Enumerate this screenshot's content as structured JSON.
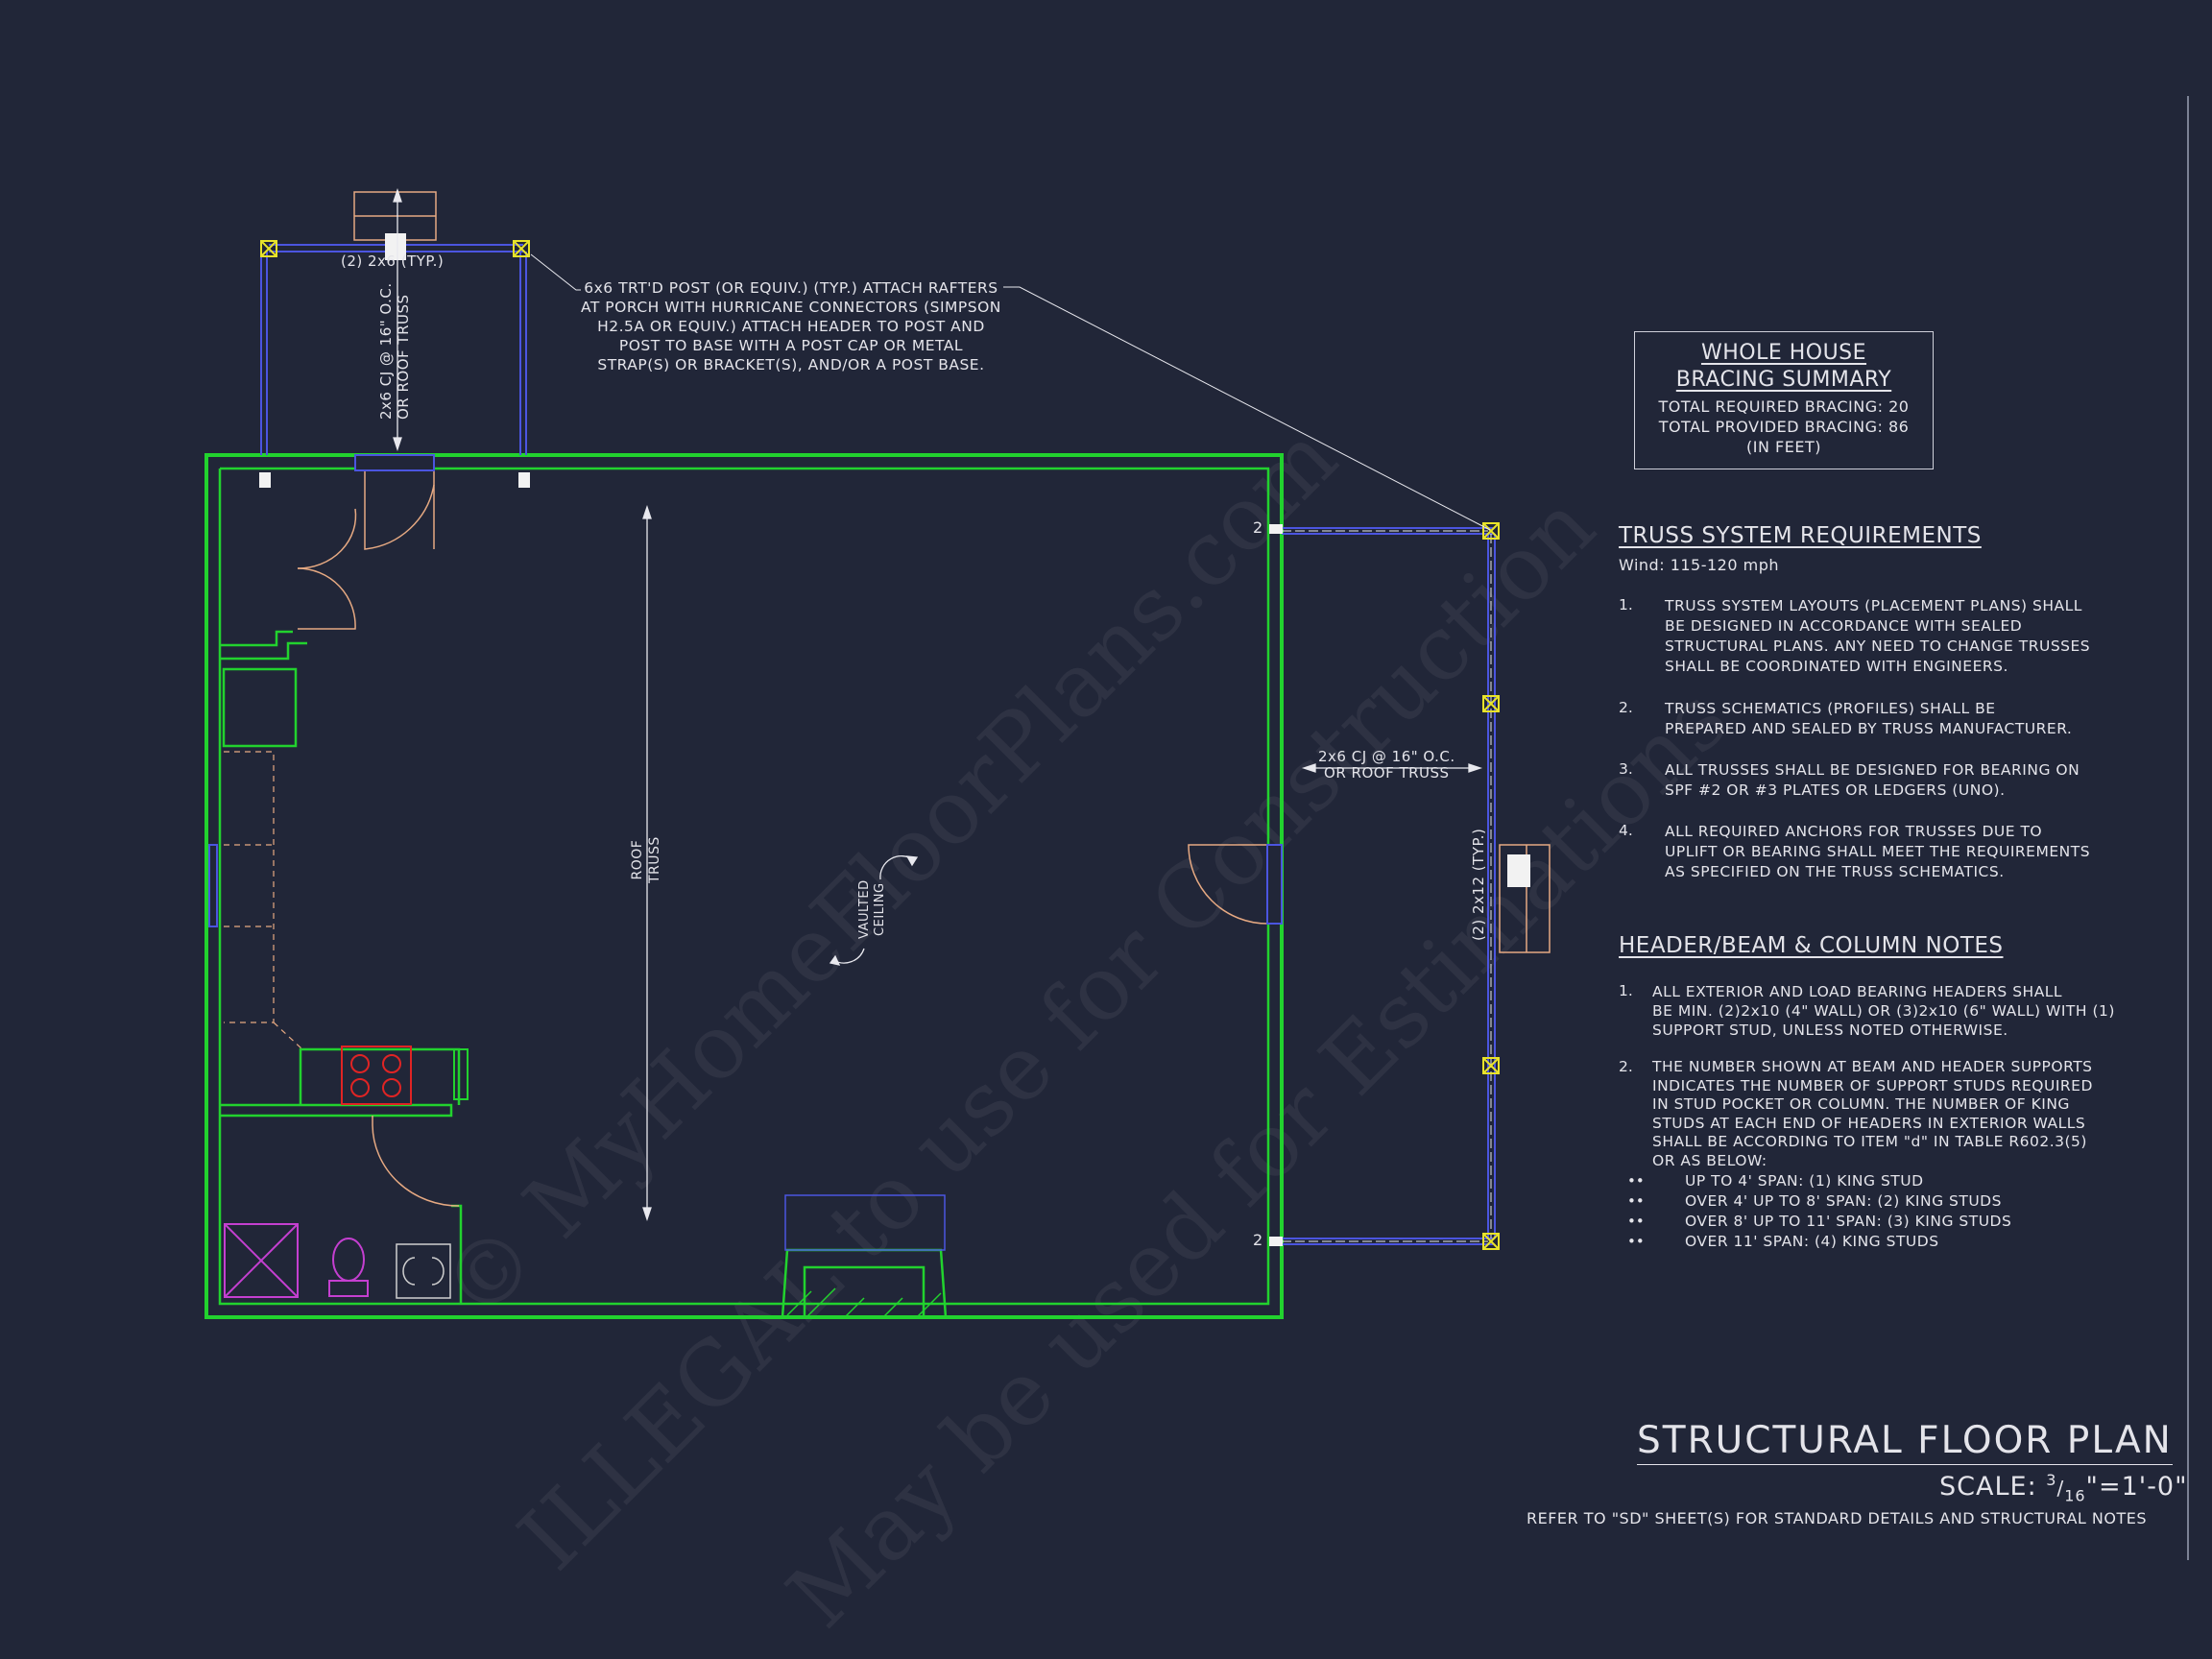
{
  "colors": {
    "background": "#212638",
    "wall": "#22d22e",
    "porch_beam": "#4b55e0",
    "door_swing": "#e6a982",
    "post": "#e8e32a",
    "range": "#e02424",
    "fixture_magenta": "#c43fd0",
    "text": "#e4e4ea"
  },
  "watermark": {
    "line1": "© MyHomeFloorPlans.com",
    "line2": "ILLEGAL to use for Construction",
    "line3": "May be used for Estimations"
  },
  "callouts": {
    "porch_header": "(2) 2x6 (TYP.)",
    "porch_joists_1": "2x6 CJ @ 16\" O.C.",
    "porch_joists_2": "OR ROOF TRUSS",
    "post_note": [
      "6x6 TRT'D POST (OR EQUIV.) (TYP.) ATTACH RAFTERS",
      "AT PORCH WITH HURRICANE CONNECTORS (SIMPSON",
      "H2.5A OR EQUIV.) ATTACH HEADER TO POST AND",
      "POST TO BASE WITH A POST CAP OR METAL",
      "STRAP(S) OR BRACKET(S), AND/OR A POST BASE."
    ],
    "roof_truss_1": "ROOF",
    "roof_truss_2": "TRUSS",
    "vaulted_1": "VAULTED",
    "vaulted_2": "CEILING",
    "right_joists_1": "2x6 CJ @ 16\" O.C.",
    "right_joists_2": "OR ROOF TRUSS",
    "right_header": "(2) 2x12 (TYP.)",
    "stud_count_top": "2",
    "stud_count_bottom": "2"
  },
  "bracing": {
    "title_1": "WHOLE HOUSE",
    "title_2": "BRACING SUMMARY",
    "required": "TOTAL REQUIRED BRACING: 20",
    "provided": "TOTAL PROVIDED BRACING: 86",
    "units": "(IN FEET)"
  },
  "truss": {
    "title": "TRUSS SYSTEM REQUIREMENTS",
    "wind": "Wind: 115-120 mph",
    "items": [
      {
        "num": "1.",
        "lines": [
          "TRUSS SYSTEM LAYOUTS (PLACEMENT PLANS)  SHALL",
          "BE DESIGNED IN ACCORDANCE WITH SEALED",
          "STRUCTURAL PLANS. ANY NEED TO  CHANGE TRUSSES",
          "SHALL BE COORDINATED WITH  ENGINEERS."
        ]
      },
      {
        "num": "2.",
        "lines": [
          "TRUSS SCHEMATICS (PROFILES) SHALL BE",
          "PREPARED AND SEALED BY TRUSS  MANUFACTURER."
        ]
      },
      {
        "num": "3.",
        "lines": [
          "ALL TRUSSES SHALL BE DESIGNED FOR  BEARING ON",
          "SPF #2 OR #3 PLATES OR LEDGERS  (UNO)."
        ]
      },
      {
        "num": "4.",
        "lines": [
          "ALL REQUIRED ANCHORS FOR TRUSSES DUE  TO",
          "UPLIFT OR BEARING SHALL MEET THE  REQUIREMENTS",
          "AS SPECIFIED ON THE TRUSS  SCHEMATICS."
        ]
      }
    ]
  },
  "header_notes": {
    "title": "HEADER/BEAM & COLUMN NOTES",
    "items": [
      {
        "num": "1.",
        "lines": [
          "ALL EXTERIOR AND LOAD BEARING HEADERS SHALL",
          "BE MIN. (2)2x10 (4\" WALL) OR (3)2x10 (6\" WALL) WITH (1)",
          "SUPPORT STUD, UNLESS NOTED OTHERWISE."
        ]
      },
      {
        "num": "2.",
        "lines": [
          "THE NUMBER SHOWN AT BEAM AND HEADER SUPPORTS",
          "INDICATES THE NUMBER OF SUPPORT STUDS REQUIRED",
          "IN STUD POCKET OR COLUMN. THE NUMBER OF KING",
          "STUDS AT EACH END OF HEADERS IN EXTERIOR WALLS",
          "SHALL BE ACCORDING TO ITEM \"d\" IN TABLE R602.3(5)",
          "OR AS BELOW:"
        ]
      }
    ],
    "bullets": [
      "UP TO 4' SPAN: (1) KING STUD",
      "OVER 4' UP TO 8' SPAN: (2) KING STUDS",
      "OVER 8' UP TO 11' SPAN: (3) KING STUDS",
      "OVER 11' SPAN: (4) KING STUDS"
    ],
    "bullet_mark": "••"
  },
  "title_block": {
    "title": "STRUCTURAL FLOOR PLAN",
    "scale_prefix": "SCALE: ",
    "scale_fraction_num": "3",
    "scale_fraction_den": "16",
    "scale_suffix": "\"=1'-0\"",
    "reference": "REFER TO \"SD\" SHEET(S) FOR STANDARD DETAILS AND STRUCTURAL NOTES"
  }
}
